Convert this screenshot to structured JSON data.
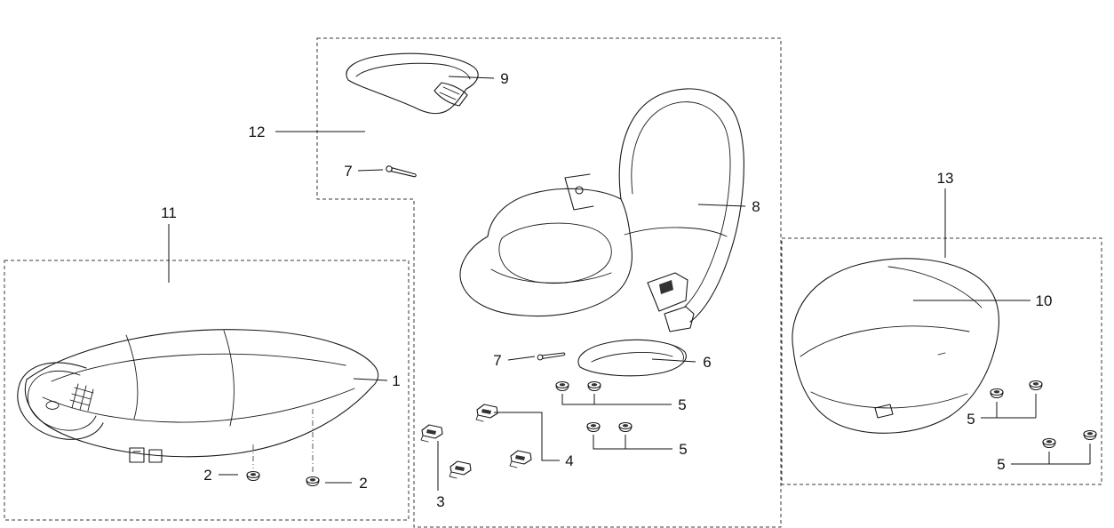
{
  "page": {
    "background": "#ffffff",
    "line_color": "#1a1a1a"
  },
  "diagram": {
    "kind": "exploded-parts-diagram",
    "subject": "seat-assembly",
    "callouts": {
      "c1": {
        "text": "1"
      },
      "c2a": {
        "text": "2"
      },
      "c2b": {
        "text": "2"
      },
      "c3": {
        "text": "3"
      },
      "c4": {
        "text": "4"
      },
      "c5a": {
        "text": "5"
      },
      "c5b": {
        "text": "5"
      },
      "c5c": {
        "text": "5"
      },
      "c5d": {
        "text": "5"
      },
      "c6": {
        "text": "6"
      },
      "c7a": {
        "text": "7"
      },
      "c7b": {
        "text": "7"
      },
      "c8": {
        "text": "8"
      },
      "c9": {
        "text": "9"
      },
      "c10": {
        "text": "10"
      },
      "c11": {
        "text": "11"
      },
      "c12": {
        "text": "12"
      },
      "c13": {
        "text": "13"
      }
    }
  }
}
